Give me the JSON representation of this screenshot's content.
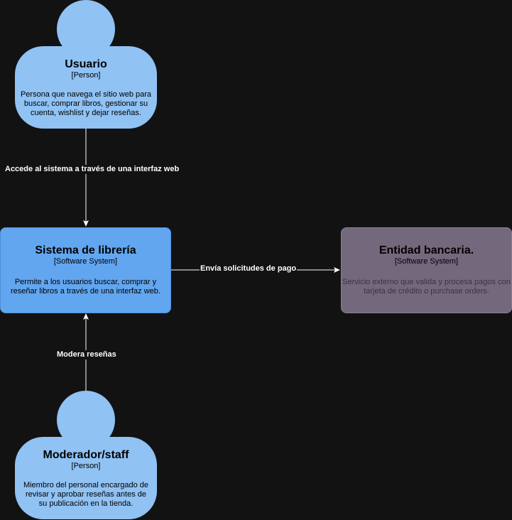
{
  "colors": {
    "background": "#121212",
    "person": "#90c2f4",
    "system": "#62a6f0",
    "external": "#74687c",
    "connector": "#ffffff"
  },
  "nodes": {
    "usuario": {
      "title": "Usuario",
      "kind": "[Person]",
      "description": "Persona que navega el sitio web para buscar, comprar libros, gestionar su cuenta, wishlist y dejar reseñas."
    },
    "sistema": {
      "title": "Sistema de librería",
      "kind": "[Software System]",
      "description": "Permite a los usuarios buscar, comprar y reseñar libros a través de una interfaz web."
    },
    "banco": {
      "title": "Entidad bancaria.",
      "kind": "[Software System]",
      "description": "Servicio externo que valida y procesa pagos con tarjeta de crédito o purchase orders."
    },
    "moderador": {
      "title": "Moderador/staff",
      "kind": "[Person]",
      "description": "Miembro del personal encargado de revisar y aprobar reseñas antes de su publicación en la tienda."
    }
  },
  "edges": {
    "usuario_sistema": "Accede al sistema a través de una interfaz web",
    "sistema_banco": "Envía solicitudes de pago",
    "moderador_sistema": "Modera reseñas"
  }
}
